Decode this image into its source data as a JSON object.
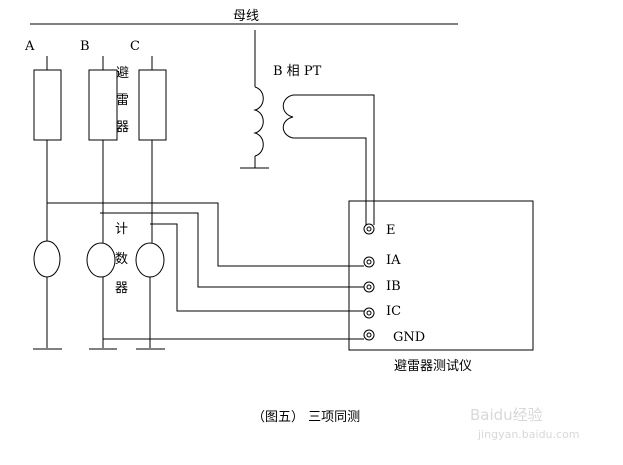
{
  "busbar_label": "母线",
  "phase_labels": {
    "a": "A",
    "b": "B",
    "c": "C"
  },
  "arrester_label": [
    "避",
    "雷",
    "器"
  ],
  "counter_label": [
    "计",
    "数",
    "器"
  ],
  "pt_label": "B 相 PT",
  "terminals": {
    "e": "E",
    "ia": "IA",
    "ib": "IB",
    "ic": "IC",
    "gnd": "GND"
  },
  "instrument_label": "避雷器测试仪",
  "caption": "（图五） 三项同测",
  "watermark": {
    "logo": "Baidu经验",
    "url": "jingyan.baidu.com"
  }
}
